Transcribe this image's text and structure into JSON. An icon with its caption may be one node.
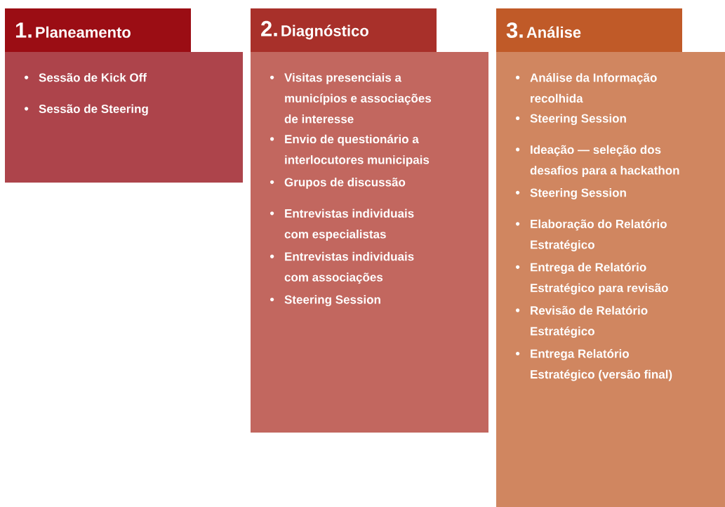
{
  "diagram": {
    "nodes": [
      {
        "text": [
          "1.",
          "Planeamento"
        ]
      },
      {
        "text": [
          "Sessão de Kick Off",
          "Sessão de Steering"
        ]
      },
      {
        "text": [
          "2.",
          "Diagnóstico"
        ]
      },
      {
        "text": [
          "Visitas presenciais a municípios e associações de interesse",
          "Envio de questionário a interlocutores municipais",
          "Grupos de discussão",
          "Entrevistas individuais com especialistas",
          "Entrevistas individuais com associações",
          "Steering Session"
        ]
      },
      {
        "text": [
          "3.",
          "Análise"
        ]
      },
      {
        "text": [
          "Análise da Informação recolhida",
          "Steering Session",
          "Ideação — seleção dos desafios para a hackathon",
          "Steering Session",
          "Elaboração do Relatório Estratégico",
          "Entrega de Relatório Estratégico para revisão",
          "Revisão de Relatório Estratégico",
          "Entrega Relatório Estratégico (versão final)"
        ]
      }
    ]
  }
}
